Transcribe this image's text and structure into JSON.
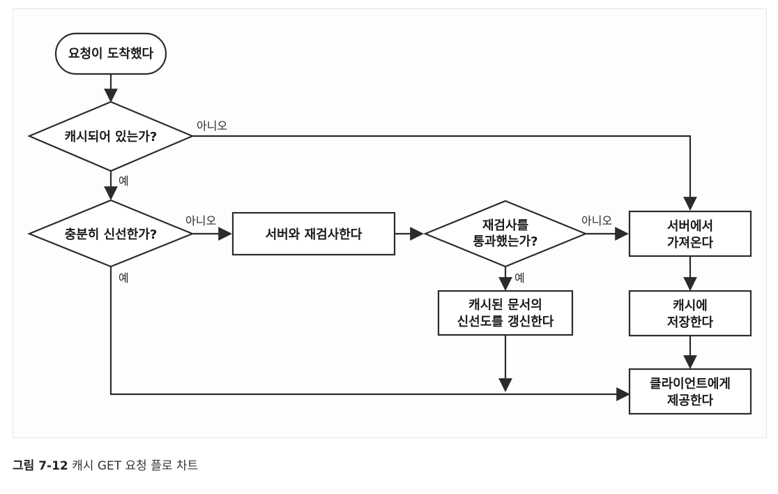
{
  "nodes": {
    "start": "요청이 도착했다",
    "is_cached": "캐시되어 있는가?",
    "is_fresh": "충분히 신선한가?",
    "revalidate": "서버와 재검사한다",
    "passed_revalidation": [
      "재검사를",
      "통과했는가?"
    ],
    "update_freshness": [
      "캐시된 문서의",
      "신선도를 갱신한다"
    ],
    "fetch_from_server": [
      "서버에서",
      "가져온다"
    ],
    "store_in_cache": [
      "캐시에",
      "저장한다"
    ],
    "serve_to_client": [
      "클라이언트에게",
      "제공한다"
    ]
  },
  "edge_labels": {
    "yes": "예",
    "no": "아니오"
  },
  "caption": {
    "number": "그림 7-12",
    "text": " 캐시 GET 요청 플로 차트"
  },
  "colors": {
    "line": "#2b2b2b",
    "text": "#1a1a1a"
  }
}
